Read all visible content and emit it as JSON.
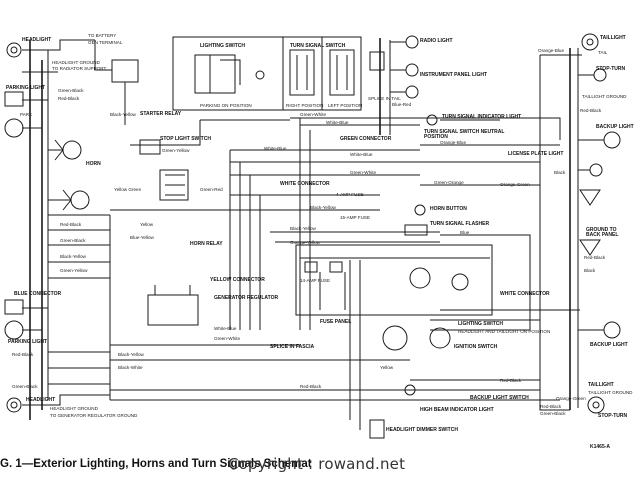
{
  "caption": "G. 1—Exterior Lighting, Horns and Turn Signals Schemat",
  "watermark": "Copyright : rowand.net",
  "drawing_number": "K1465-A",
  "labels": {
    "headlight_tl": "HEADLIGHT",
    "to_battery": "TO BATTERY",
    "generator_terminal": "GEN TERMINAL",
    "headlight_ground": "HEADLIGHT GROUND",
    "to_radiator_support": "TO RADIATOR SUPPORT",
    "parking_light_tl": "PARKING LIGHT",
    "green_black_1": "Green-Black",
    "park": "PARK",
    "red_black_1": "Red-Black",
    "starter_relay": "STARTER RELAY",
    "black_yellow_1": "Black-Yellow",
    "lighting_switch": "LIGHTING SWITCH",
    "turn_signal_switch_inset": "TURN SIGNAL SWITCH",
    "parking_on_position": "PARKING ON POSITION",
    "right_position": "RIGHT POSITION",
    "left_position": "LEFT POSITION",
    "splice_in_tail": "SPLICE IN TAIL",
    "radio_light": "RADIO LIGHT",
    "instrument_panel_light": "INSTRUMENT PANEL LIGHT",
    "blue_red": "Blue-Red",
    "orange_blue_top": "Orange-Blue",
    "taillight_top": "TAILLIGHT",
    "tail": "TAIL",
    "stop_turn_top": "STOP-TURN",
    "taillight_ground_top": "TAILLIGHT GROUND",
    "red_black_right": "Red-Black",
    "stop_light_switch": "STOP LIGHT SWITCH",
    "green_yellow": "Green-Yellow",
    "green_white": "Green-White",
    "white_blue_1": "White-Blue",
    "turn_indicator_light": "TURN SIGNAL INDICATOR LIGHT",
    "green_connector": "GREEN CONNECTOR",
    "turn_signal_switch_neutral": "TURN SIGNAL SWITCH NEUTRAL POSITION",
    "orange_blue_mid": "Orange-Blue",
    "backup_light_top": "BACKUP LIGHT",
    "horn": "HORN",
    "white_blue_2": "White-Blue",
    "white_blue_3": "White-Blue",
    "green_white_2": "Green-White",
    "license_plate_light": "LICENSE PLATE LIGHT",
    "white_connector": "WHITE CONNECTOR",
    "green_orange": "Green-Orange",
    "orange_green": "Orange-Green",
    "yellow_green": "Yellow Green",
    "green_red": "Green-Red",
    "black": "Black",
    "black_yellow_2": "Black-Yellow",
    "amp_fuse_top": "4-AMP FUSE",
    "amp_fuse_15": "15-AMP FUSE",
    "horn_button": "HORN BUTTON",
    "turn_signal_flasher": "TURN SIGNAL FLASHER",
    "red_black_left": "Red-Black",
    "green_black_2": "Green-Black",
    "black_yellow_3": "Black-Yellow",
    "green_yellow_2": "Green-Yellow",
    "yellow": "Yellow",
    "blue_yellow": "Blue-Yellow",
    "horn_relay": "HORN RELAY",
    "black_yellow_4": "Black-Yellow",
    "orange_yellow": "Orange-Yellow",
    "blue": "Blue",
    "ground_to_back_panel": "GROUND TO BACK PANEL",
    "red_black_r2": "Red-Black",
    "black_r": "Black",
    "yellow_connector": "YELLOW CONNECTOR",
    "blue_connector": "BLUE CONNECTOR",
    "generator_regulator": "GENERATOR REGULATOR",
    "white_blue_4": "White-Blue",
    "green_white_3": "Green-White",
    "fuse_panel": "FUSE PANEL",
    "amp_fuse_14": "14-AMP FUSE",
    "white_connector_r": "WHITE CONNECTOR",
    "lighting_switch_bot": "LIGHTING SWITCH",
    "headlight_taillight_on": "HEADLIGHT AND TAILLIGHT ON POSITION",
    "ignition_switch": "IGNITION SWITCH",
    "black_yellow_5": "Black-Yellow",
    "black_white": "Black-White",
    "splice_in_fascia": "SPLICE IN FASCIA",
    "red_black_b": "Red-Black",
    "red_black_b2": "Red-Black",
    "yellow_b": "Yellow",
    "parking_light_bl": "PARKING LIGHT",
    "red_black_bl": "Red-Black",
    "green_black_bl": "Green-Black",
    "headlight_bl": "HEADLIGHT",
    "headlight_ground_bl": "HEADLIGHT GROUND",
    "to_gen_reg_ground": "TO GENERATOR REGULATOR GROUND",
    "backup_light_switch": "BACKUP LIGHT SWITCH",
    "high_beam_indicator": "HIGH BEAM INDICATOR LIGHT",
    "headlight_dimmer": "HEADLIGHT DIMMER SWITCH",
    "red_black_br": "Red-Black",
    "green_black_br": "Green-Black",
    "taillight_br": "TAILLIGHT",
    "taillight_ground_br": "TAILLIGHT GROUND",
    "stop_turn_br": "STOP-TURN",
    "orange_green_br": "Orange-Green",
    "backup_light_r": "BACKUP LIGHT"
  }
}
